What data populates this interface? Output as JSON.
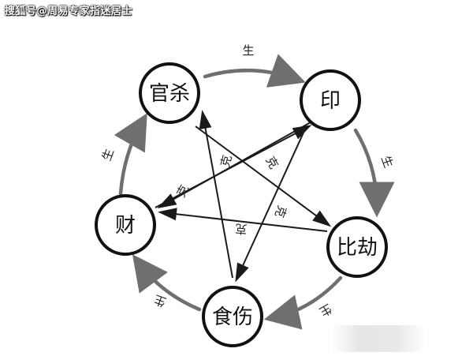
{
  "watermark": "搜狐号@周易专家指迷居士",
  "nodes": {
    "guansha": "官杀",
    "yin": "印",
    "bijie": "比劫",
    "shishang": "食伤",
    "cai": "财"
  },
  "edges": {
    "generate": "生",
    "control": "克"
  },
  "colors": {
    "cycle_arrow": "#6f6f6f",
    "control_arrow": "#1a1a1a",
    "node_stroke": "#111111"
  }
}
